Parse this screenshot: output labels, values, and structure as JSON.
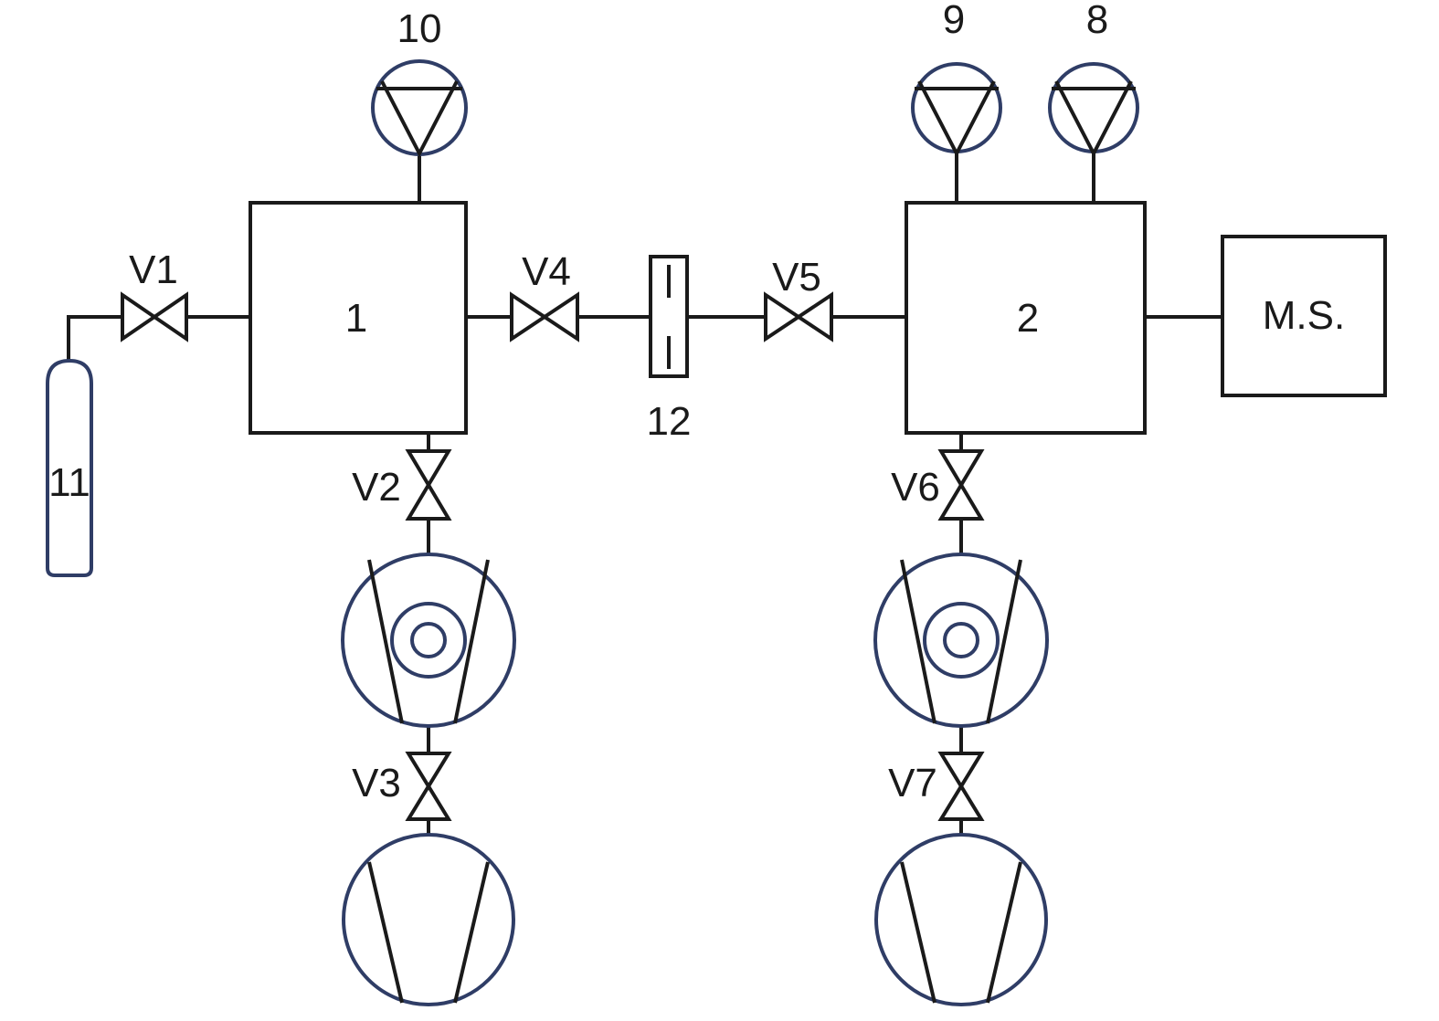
{
  "labels": {
    "chamber_1": "1",
    "chamber_2": "2",
    "mass_spec": "M.S.",
    "gauge_10": "10",
    "gauge_9": "9",
    "gauge_8": "8",
    "cylinder_11": "11",
    "flow_element_12": "12",
    "v1": "V1",
    "v2": "V2",
    "v3": "V3",
    "v4": "V4",
    "v5": "V5",
    "v6": "V6",
    "v7": "V7"
  },
  "colors": {
    "line": "#1a1a1a",
    "equipment_outline": "#2f3d66"
  }
}
